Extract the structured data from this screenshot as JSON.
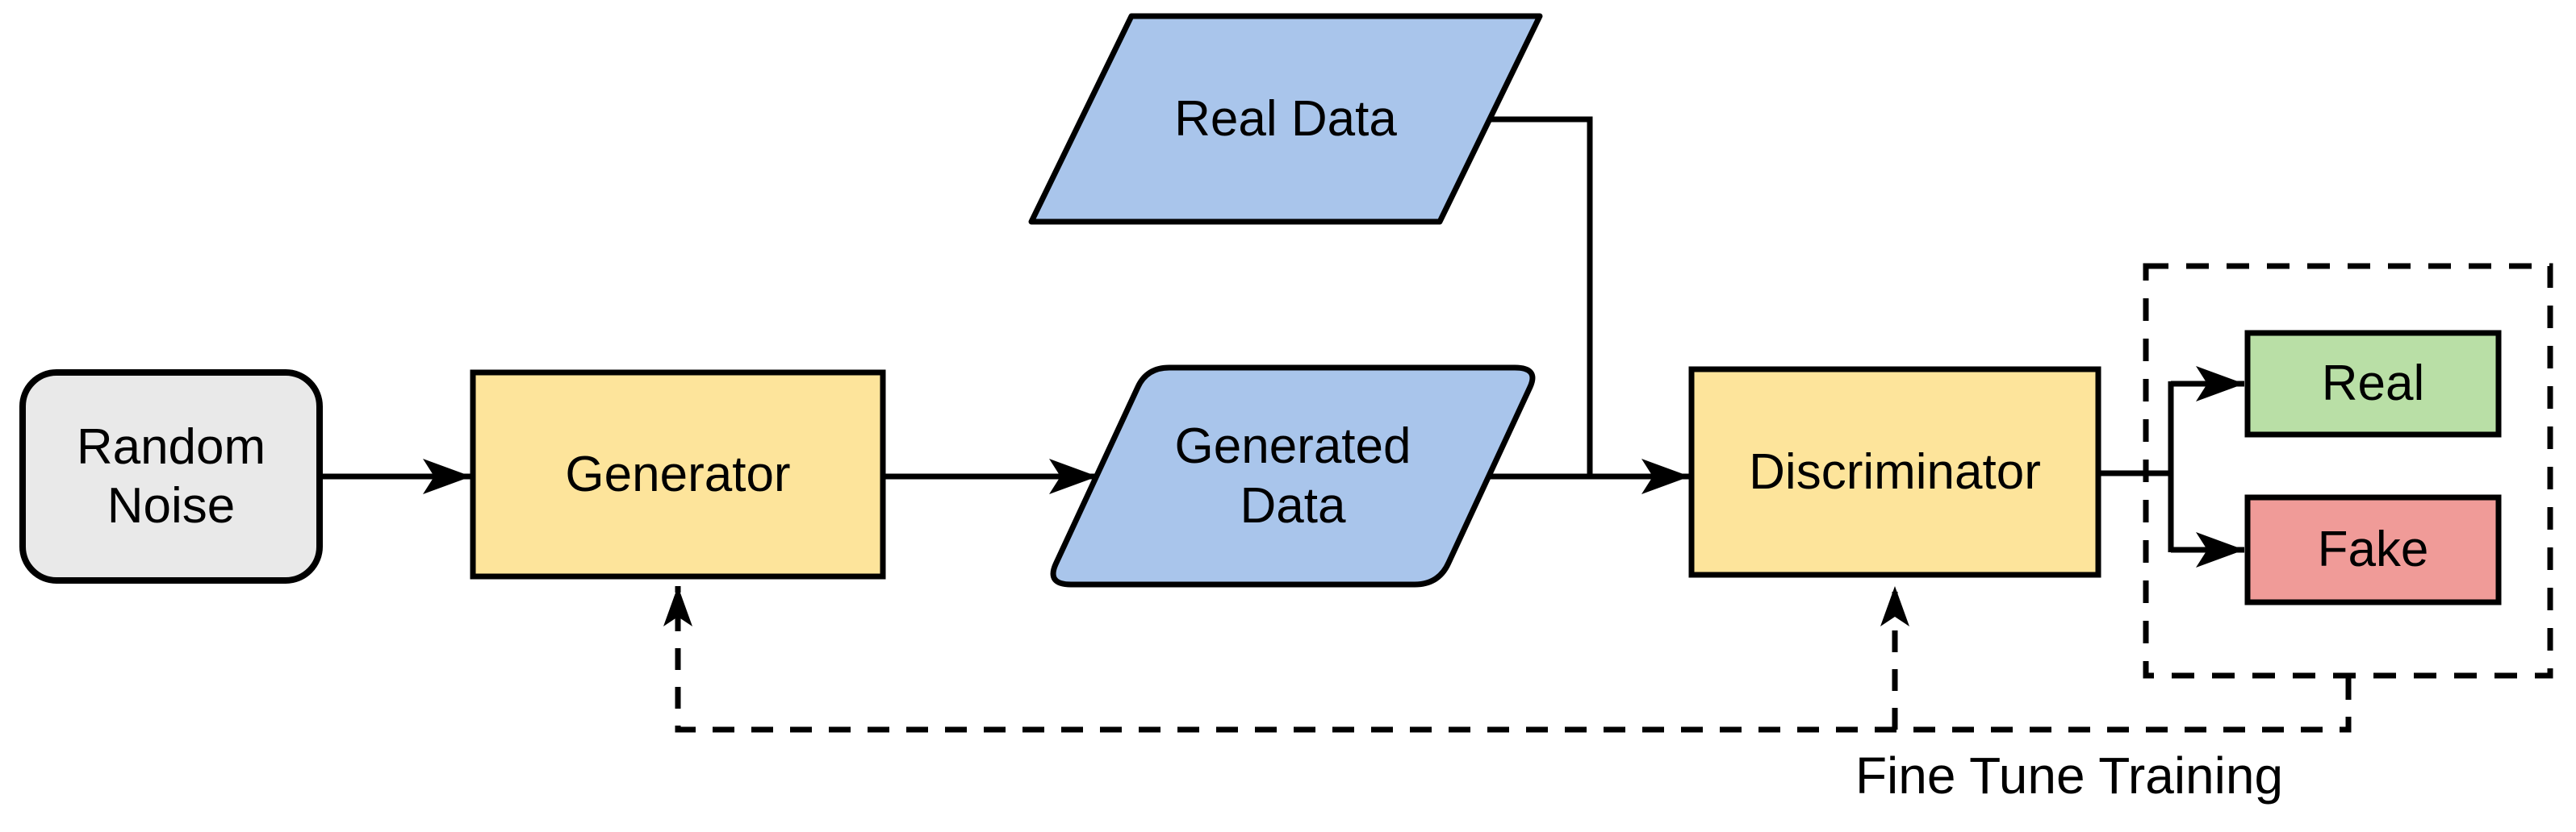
{
  "diagram": {
    "nodes": {
      "random_noise": {
        "lines": [
          "Random",
          "Noise"
        ]
      },
      "generator": {
        "label": "Generator"
      },
      "real_data": {
        "label": "Real Data"
      },
      "generated_data": {
        "lines": [
          "Generated",
          "Data"
        ]
      },
      "discriminator": {
        "label": "Discriminator"
      },
      "output_real": {
        "label": "Real"
      },
      "output_fake": {
        "label": "Fake"
      }
    },
    "labels": {
      "feedback": "Fine Tune Training"
    },
    "colors": {
      "background": "#ffffff",
      "stroke": "#000000",
      "node_gray": "#e9e9e9",
      "node_yellow": "#fde49b",
      "node_blue": "#a9c5eb",
      "node_green": "#b9dfa6",
      "node_red": "#f09b98"
    }
  }
}
